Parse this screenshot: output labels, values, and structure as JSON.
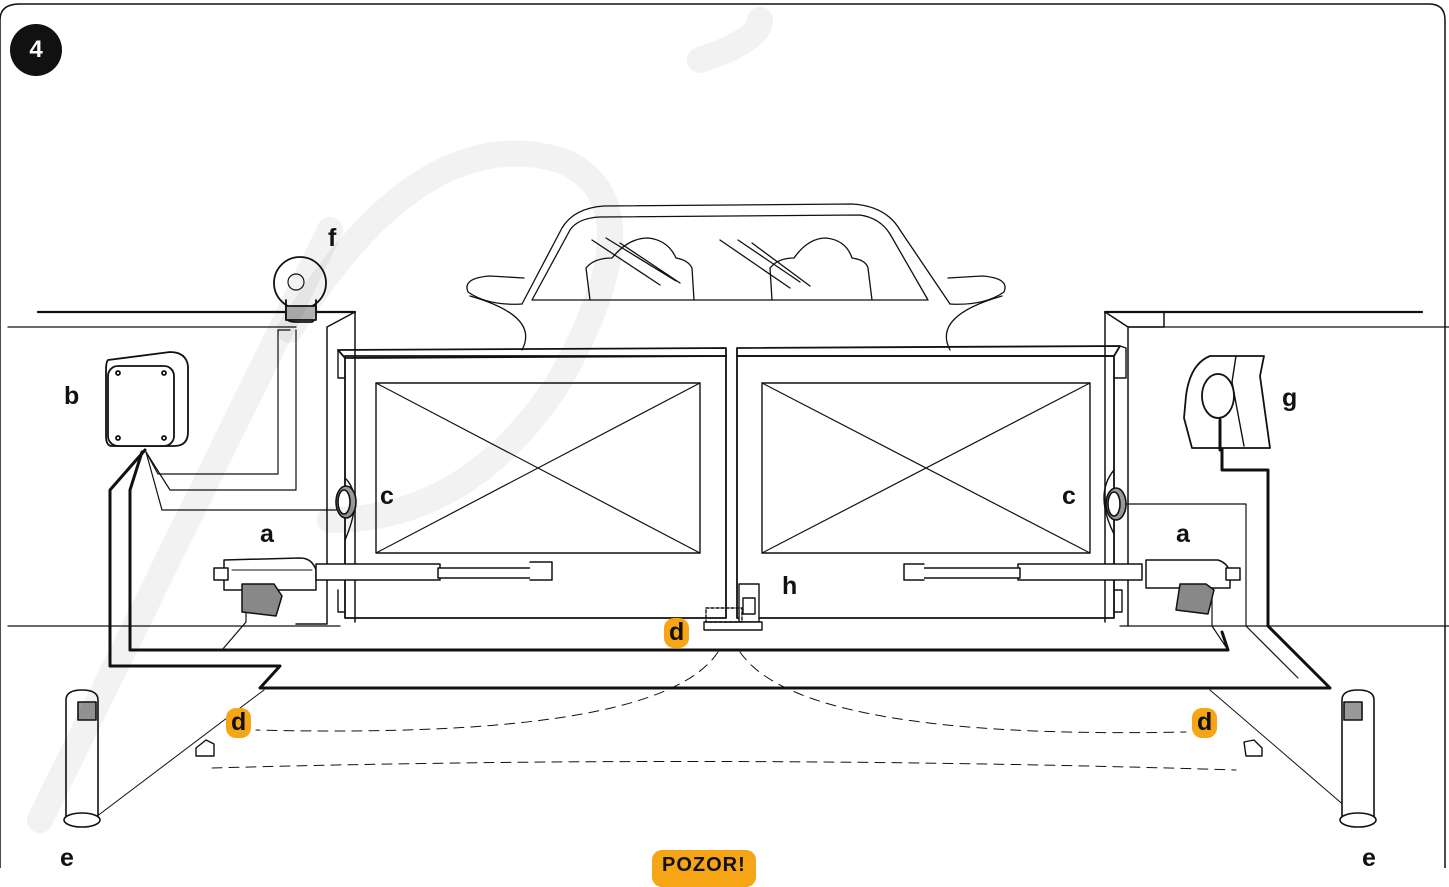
{
  "figure": {
    "number": "4"
  },
  "labels": {
    "a_left": "a",
    "a_right": "a",
    "b": "b",
    "c_left": "c",
    "c_right": "c",
    "d_center": "d",
    "d_left": "d",
    "d_right": "d",
    "e_left": "e",
    "e_right": "e",
    "f": "f",
    "g": "g",
    "h": "h"
  },
  "warning": {
    "text": "POZOR!"
  },
  "colors": {
    "accent": "#f6a516",
    "ink": "#111111",
    "watermark": "#e6e6e6"
  }
}
